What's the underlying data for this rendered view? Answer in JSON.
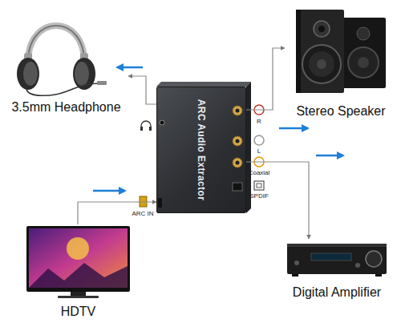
{
  "diagram": {
    "nodes": [
      {
        "text": [
          "3.5mm Headphone"
        ]
      },
      {
        "text": [
          "Stereo Speaker"
        ]
      },
      {
        "text": [
          "ARC Audio Extractor"
        ]
      },
      {
        "text": [
          "HDTV"
        ]
      },
      {
        "text": [
          "Digital Amplifier"
        ]
      }
    ],
    "edges": [
      {
        "from": 2,
        "to": 0,
        "arrow": "to"
      },
      {
        "from": 2,
        "to": 1,
        "arrow": "to"
      },
      {
        "from": 3,
        "to": 2,
        "arrow": "to"
      },
      {
        "from": 2,
        "to": 4,
        "arrow": "to"
      }
    ],
    "labels": [
      "R",
      "L",
      "Coaxial",
      "SPDIF",
      "ARC IN"
    ]
  }
}
